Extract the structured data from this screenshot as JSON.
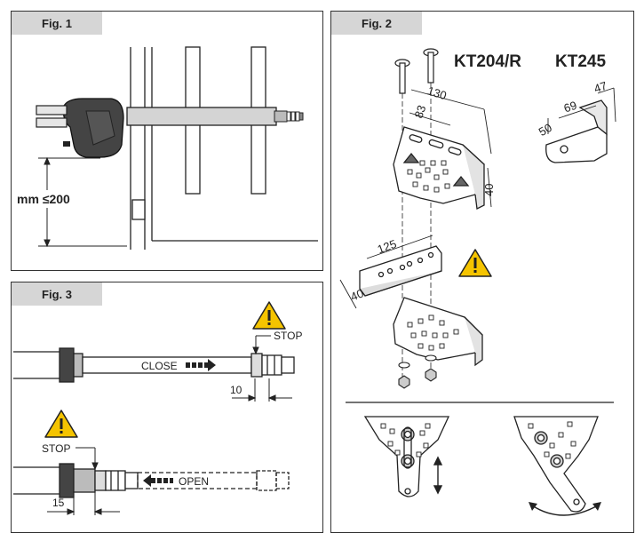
{
  "fig1": {
    "tab": "Fig. 1",
    "dimension_label": "mm ≤200"
  },
  "fig2": {
    "tab": "Fig. 2",
    "model_a": "KT204/R",
    "model_b": "KT245",
    "dims_top_bracket": {
      "length": "130",
      "width": "83",
      "height": "40"
    },
    "dims_plate": {
      "length": "125",
      "width": "40"
    },
    "dims_kt245": {
      "a": "69",
      "b": "47",
      "c": "50"
    },
    "warning_icon": "warning-triangle-icon",
    "motion_icons": [
      "vertical-double-arrow-icon",
      "curved-double-arrow-icon"
    ]
  },
  "fig3": {
    "tab": "Fig. 3",
    "close_label": "CLOSE",
    "open_label": "OPEN",
    "stop_label_top": "STOP",
    "stop_label_bottom": "STOP",
    "dim_close": "10",
    "dim_open": "15",
    "warning_icon": "warning-triangle-icon"
  },
  "colors": {
    "warning_fill": "#f5c400",
    "line": "#222222",
    "tab_bg": "#d6d6d6"
  }
}
